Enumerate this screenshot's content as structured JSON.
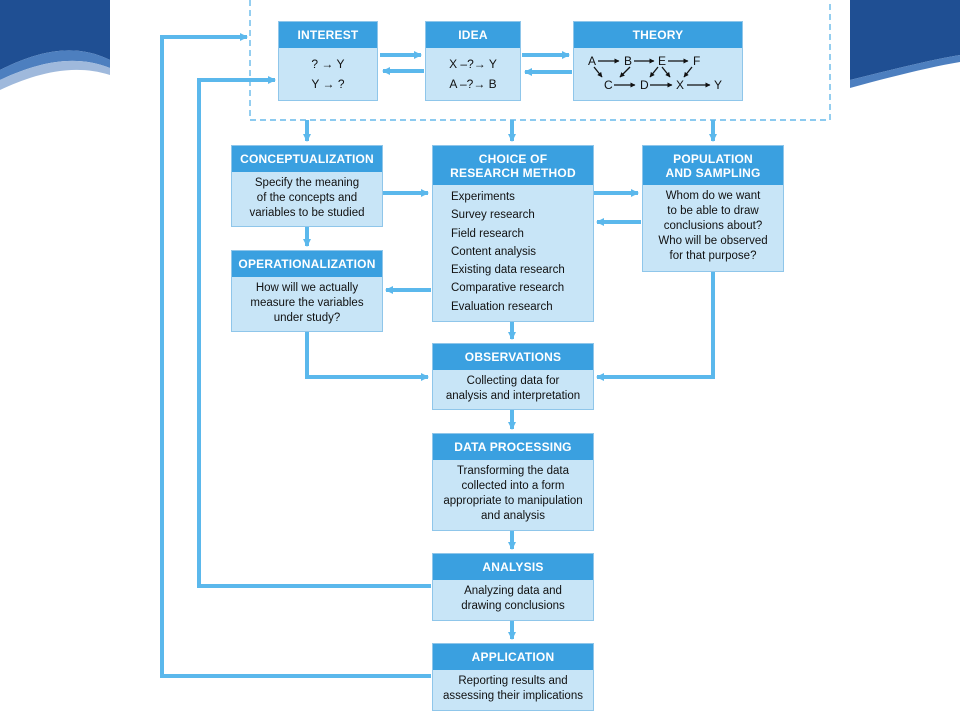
{
  "colors": {
    "header": "#3aa0e0",
    "body": "#c8e5f7",
    "arrow": "#5bb8ec",
    "dashed": "#66b9ea",
    "background_swoosh": "#1f4f93"
  },
  "boxes": {
    "interest": {
      "title": "INTEREST",
      "lines": [
        "? → Y",
        "Y → ?"
      ]
    },
    "idea": {
      "title": "IDEA",
      "lines": [
        "X –?→ Y",
        "A –?→ B"
      ]
    },
    "theory": {
      "title": "THEORY",
      "labels": [
        "A",
        "B",
        "E",
        "F",
        "C",
        "D",
        "X",
        "Y"
      ]
    },
    "conceptualization": {
      "title": "CONCEPTUALIZATION",
      "lines": [
        "Specify the meaning",
        "of the concepts and",
        "variables to be studied"
      ]
    },
    "choice": {
      "title_line1": "CHOICE OF",
      "title_line2": "RESEARCH METHOD",
      "items": [
        "Experiments",
        "Survey research",
        "Field research",
        "Content analysis",
        "Existing data research",
        "Comparative research",
        "Evaluation research"
      ]
    },
    "population": {
      "title_line1": "POPULATION",
      "title_line2": "AND SAMPLING",
      "lines": [
        "Whom do we want",
        "to be able to draw",
        "conclusions about?",
        "Who will be observed",
        "for that purpose?"
      ]
    },
    "operationalization": {
      "title": "OPERATIONALIZATION",
      "lines": [
        "How will we actually",
        "measure the variables",
        "under study?"
      ]
    },
    "observations": {
      "title": "OBSERVATIONS",
      "lines": [
        "Collecting data for",
        "analysis and interpretation"
      ]
    },
    "processing": {
      "title": "DATA PROCESSING",
      "lines": [
        "Transforming the data",
        "collected into a form",
        "appropriate to manipulation",
        "and analysis"
      ]
    },
    "analysis": {
      "title": "ANALYSIS",
      "lines": [
        "Analyzing data and",
        "drawing conclusions"
      ]
    },
    "application": {
      "title": "APPLICATION",
      "lines": [
        "Reporting results and",
        "assessing their implications"
      ]
    }
  }
}
